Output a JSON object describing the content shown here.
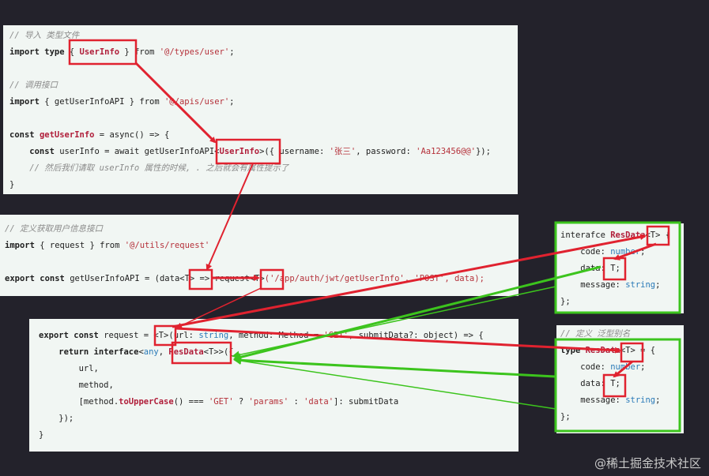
{
  "panels": [
    {
      "id": "panel1",
      "lines": [
        [
          [
            "// 导入 类型文件",
            "cm"
          ]
        ],
        [
          [
            "import ",
            "kw"
          ],
          [
            "type",
            "kw"
          ],
          [
            " { ",
            "pl"
          ],
          [
            "UserInfo",
            "fn"
          ],
          [
            " } from ",
            "pl"
          ],
          [
            "'@/types/user'",
            "str"
          ],
          [
            ";",
            "pl"
          ]
        ],
        [],
        [
          [
            "// 调用接口",
            "cm"
          ]
        ],
        [
          [
            "import ",
            "kw"
          ],
          [
            "{ getUserInfoAPI } from ",
            "pl"
          ],
          [
            "'@/apis/user'",
            "str"
          ],
          [
            ";",
            "pl"
          ]
        ],
        [],
        [
          [
            "const ",
            "kw"
          ],
          [
            "getUserInfo",
            "fn"
          ],
          [
            " = async() => {",
            "pl"
          ]
        ],
        [
          [
            "    const ",
            "kw"
          ],
          [
            "userInfo = await getUserInfoAPI<",
            "pl"
          ],
          [
            "UserInfo",
            "fn"
          ],
          [
            ">({ username: ",
            "pl"
          ],
          [
            "'张三'",
            "str"
          ],
          [
            ", password: ",
            "pl"
          ],
          [
            "'Aa123456@@'",
            "str"
          ],
          [
            "});",
            "pl"
          ]
        ],
        [
          [
            "    // 然后我们请取 userInfo 属性的时候, . 之后就会有属性提示了",
            "cm"
          ]
        ],
        [
          [
            "}",
            "pl"
          ]
        ]
      ]
    },
    {
      "id": "panel2",
      "lines": [
        [
          [
            "// 定义获取用户信息接口",
            "cm"
          ]
        ],
        [
          [
            "import ",
            "kw"
          ],
          [
            "{ request } from ",
            "pl"
          ],
          [
            "'@/utils/request'",
            "str"
          ]
        ],
        [],
        [
          [
            "export const ",
            "kw"
          ],
          [
            "getUserInfoAPI = (data",
            ""
          ],
          [
            "<T>",
            "pl"
          ],
          [
            " => request",
            "pl"
          ],
          [
            "<T>",
            "pl"
          ],
          [
            "('/app/auth/jwt/getUserInfo', 'POST', data);",
            "str"
          ]
        ]
      ]
    },
    {
      "id": "panel3",
      "lines": [
        [
          [
            "export const ",
            "kw"
          ],
          [
            "request = ",
            "pl"
          ],
          [
            "<T>",
            "pl"
          ],
          [
            "(url: ",
            "pl"
          ],
          [
            "string",
            "type"
          ],
          [
            ", method: Method = ",
            "pl"
          ],
          [
            "'GET'",
            "str"
          ],
          [
            ", submitData?: object) => {",
            "pl"
          ]
        ],
        [
          [
            "    return ",
            "kw"
          ],
          [
            "interface",
            "kw"
          ],
          [
            "<",
            "pl"
          ],
          [
            "any",
            "type"
          ],
          [
            ", ",
            "pl"
          ],
          [
            "ResData",
            "fn"
          ],
          [
            "<T>>({",
            "pl"
          ]
        ],
        [
          [
            "        url,",
            "pl"
          ]
        ],
        [
          [
            "        method,",
            "pl"
          ]
        ],
        [
          [
            "        [method.",
            "pl"
          ],
          [
            "toUpperCase",
            "fn"
          ],
          [
            "() === ",
            "pl"
          ],
          [
            "'GET'",
            "str"
          ],
          [
            " ? ",
            "pl"
          ],
          [
            "'params'",
            "str"
          ],
          [
            " : ",
            "pl"
          ],
          [
            "'data'",
            "str"
          ],
          [
            "]: submitData",
            "pl"
          ]
        ],
        [
          [
            "    });",
            "pl"
          ]
        ],
        [
          [
            "}",
            "pl"
          ]
        ]
      ]
    },
    {
      "id": "panel4",
      "lines": [
        [
          [
            "interafce ",
            "pl"
          ],
          [
            "ResData",
            "fn"
          ],
          [
            "<T> {",
            "pl"
          ]
        ],
        [
          [
            "    code: ",
            "pl"
          ],
          [
            "number",
            "type"
          ],
          [
            ";",
            "pl"
          ]
        ],
        [
          [
            "    data: T;",
            "pl"
          ]
        ],
        [
          [
            "    message: ",
            "pl"
          ],
          [
            "string",
            "type"
          ],
          [
            ";",
            "pl"
          ]
        ],
        [
          [
            "};",
            "pl"
          ]
        ]
      ]
    },
    {
      "id": "panel5",
      "lines": [
        [
          [
            "// 定义 泛型别名",
            "cm"
          ]
        ],
        [
          [
            "type ",
            "kw"
          ],
          [
            "ResData",
            "fn"
          ],
          [
            "<T> = {",
            "pl"
          ]
        ],
        [
          [
            "    code: ",
            "pl"
          ],
          [
            "number",
            "type"
          ],
          [
            ";",
            "pl"
          ]
        ],
        [
          [
            "    data: T;",
            "pl"
          ]
        ],
        [
          [
            "    message: ",
            "pl"
          ],
          [
            "string",
            "type"
          ],
          [
            ";",
            "pl"
          ]
        ],
        [
          [
            "};",
            "pl"
          ]
        ]
      ]
    }
  ],
  "colors": {
    "highlight_red": "#e0222f",
    "highlight_green": "#3cc41d",
    "background": "#23222b",
    "panel_bg": "#f1f6f3"
  },
  "watermark": "@稀土掘金技术社区"
}
